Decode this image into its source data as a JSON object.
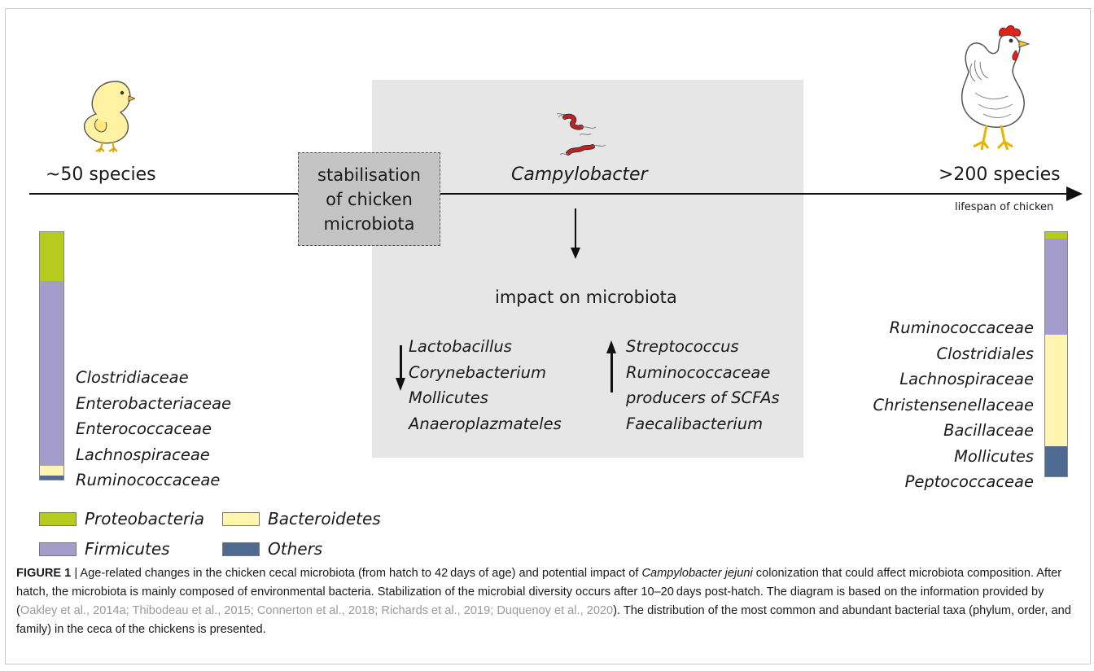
{
  "diagram": {
    "start_label": "~50 species",
    "end_label": ">200 species",
    "timeline_label": "lifespan of chicken",
    "stabilisation_label": "stabilisation\nof chicken\nmicrobiota",
    "pathogen_label": "Campylobacter",
    "impact_label": "impact on microbiota",
    "decreased_taxa": [
      "Lactobacillus",
      "Corynebacterium",
      "Mollicutes",
      "Anaeroplazmateles"
    ],
    "increased_taxa": [
      "Streptococcus",
      "Ruminococcaceae",
      "producers of SCFAs",
      "Faecalibacterium"
    ],
    "early_families": [
      "Clostridiaceae",
      "Enterobacteriaceae",
      "Enterococcaceae",
      "Lachnospiraceae",
      "Ruminococcaceae"
    ],
    "late_families": [
      "Ruminococcaceae",
      "Clostridiales",
      "Lachnospiraceae",
      "Christensenellaceae",
      "Bacillaceae",
      "Mollicutes",
      "Peptococcaceae"
    ],
    "early_composition": [
      {
        "phylum": "Proteobacteria",
        "fraction": 0.196,
        "color": "#b5cc1f"
      },
      {
        "phylum": "Firmicutes",
        "fraction": 0.748,
        "color": "#a49dcc"
      },
      {
        "phylum": "Bacteroidetes",
        "fraction": 0.038,
        "color": "#fff5b0"
      },
      {
        "phylum": "Others",
        "fraction": 0.018,
        "color": "#4f6a91"
      }
    ],
    "late_composition": [
      {
        "phylum": "Proteobacteria",
        "fraction": 0.025,
        "color": "#b5cc1f"
      },
      {
        "phylum": "Firmicutes",
        "fraction": 0.395,
        "color": "#a49dcc"
      },
      {
        "phylum": "Bacteroidetes",
        "fraction": 0.455,
        "color": "#fff5b0"
      },
      {
        "phylum": "Others",
        "fraction": 0.125,
        "color": "#4f6a91"
      }
    ],
    "legend": [
      {
        "label": "Proteobacteria",
        "color": "#b5cc1f"
      },
      {
        "label": "Bacteroidetes",
        "color": "#fff5b0"
      },
      {
        "label": "Firmicutes",
        "color": "#a49dcc"
      },
      {
        "label": "Others",
        "color": "#4f6a91"
      }
    ],
    "icons": {
      "chick": "chick-icon",
      "hen": "hen-icon",
      "bacteria": "campylobacter-bacteria-icon"
    }
  },
  "caption": {
    "label": "FIGURE 1",
    "separator": " | ",
    "text_1": "Age-related changes in the chicken cecal microbiota (from hatch to 42 days of age) and potential impact of ",
    "species": "Campylobacter jejuni",
    "text_2": " colonization that could affect microbiota composition. After hatch, the microbiota is mainly composed of environmental bacteria. Stabilization of the microbial diversity occurs after 10–20 days post-hatch. The diagram is based on the information provided by (",
    "refs": "Oakley et al., 2014a; Thibodeau et al., 2015; Connerton et al., 2018; Richards et al., 2019; Duquenoy et al., 2020",
    "text_3": "). The distribution of the most common and abundant bacterial taxa (phylum, order, and family) in the ceca of the chickens is presented."
  }
}
